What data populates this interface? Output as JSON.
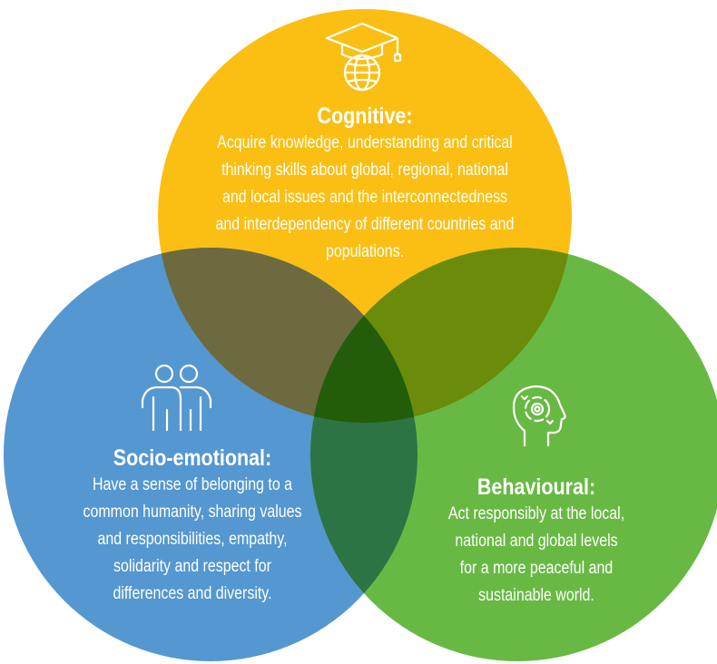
{
  "colors": {
    "cognitive": "#FBBF13",
    "socio_emotional": "#5597D0",
    "behavioural": "#68B944",
    "overlap_cognitive_socio": "#6E6A3F",
    "overlap_cognitive_behavioural": "#6A8C0A",
    "overlap_socio_behavioural": "#2C7443",
    "overlap_center": "#235D0A",
    "text": "#FFFFFF"
  },
  "cognitive": {
    "icon": "graduation-cap-globe-icon",
    "title": "Cognitive:",
    "lines": [
      "Acquire knowledge, understanding and critical",
      "thinking skills about global, regional, national",
      "and local issues and the interconnectedness",
      "and interdependency of different countries and",
      "populations."
    ]
  },
  "socio_emotional": {
    "icon": "two-people-icon",
    "title": "Socio-emotional:",
    "lines": [
      "Have a sense of belonging to a",
      "common humanity, sharing values",
      "and responsibilities, empathy,",
      "solidarity and respect for",
      "differences and diversity."
    ]
  },
  "behavioural": {
    "icon": "head-gear-icon",
    "title": "Behavioural:",
    "lines": [
      "Act responsibly at the local,",
      "national and global levels",
      "for a more peaceful and",
      "sustainable world."
    ]
  }
}
